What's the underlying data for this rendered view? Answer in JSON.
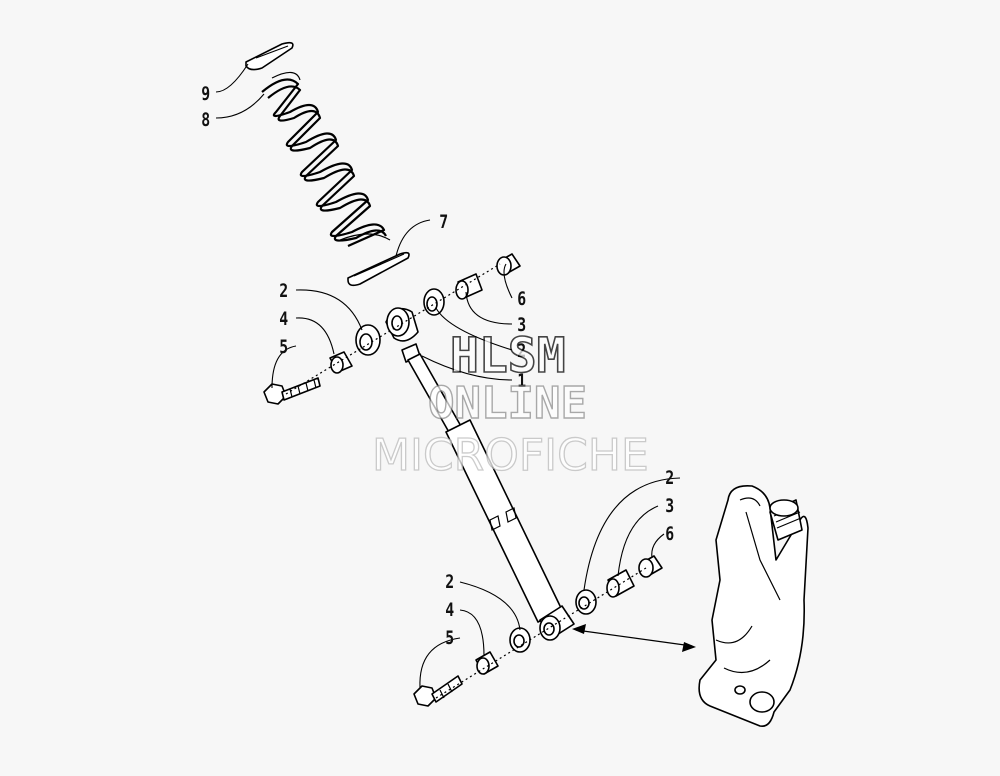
{
  "callouts": {
    "spring_retainer": "9",
    "spring": "8",
    "spring_seat": "7",
    "upper_bushing_left": "2",
    "upper_sleeve": "4",
    "upper_bolt": "5",
    "upper_nut": "6",
    "upper_sleeve_right": "3",
    "upper_bushing_right": "2",
    "shock_absorber": "1",
    "lower_bushing_right": "2",
    "lower_sleeve_right": "3",
    "lower_nut": "6",
    "lower_bushing_left": "2",
    "lower_sleeve": "4",
    "lower_bolt": "5"
  },
  "watermark": {
    "line1": "HLSM",
    "line2": "ONLINE",
    "line3": "MICROFICHE"
  }
}
